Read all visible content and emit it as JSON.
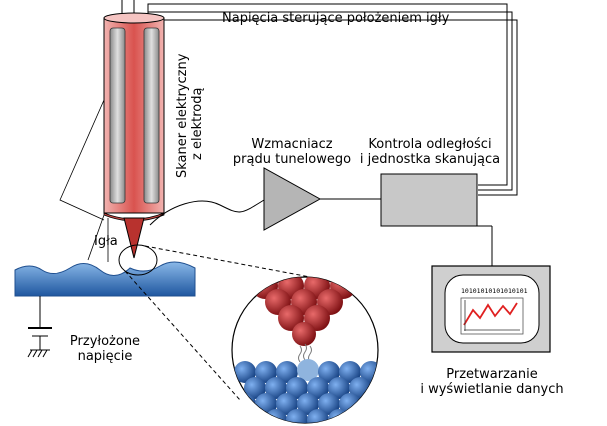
{
  "labels": {
    "control_lines": "Napięcia sterujące położeniem igły",
    "scanner_line1": "Skaner elektryczny",
    "scanner_line2": "z elektrodą",
    "amp_line1": "Wzmacniacz",
    "amp_line2": "prądu tunelowego",
    "ctrl_line1": "Kontrola odległości",
    "ctrl_line2": "i jednostka skanująca",
    "needle": "Igła",
    "bias_line1": "Przyłożone",
    "bias_line2": "napięcie",
    "proc_line1": "Przetwarzanie",
    "proc_line2": "i wyświetlanie danych",
    "binary": "10101010101010101"
  },
  "colors": {
    "scanner_red": "#d9534f",
    "sample_blue": "#2f6fb8",
    "tip_atoms": "#a3141b",
    "surface_atoms": "#2b62b0",
    "box_gray": "#c8c8c8",
    "graph_red": "#e02020"
  }
}
